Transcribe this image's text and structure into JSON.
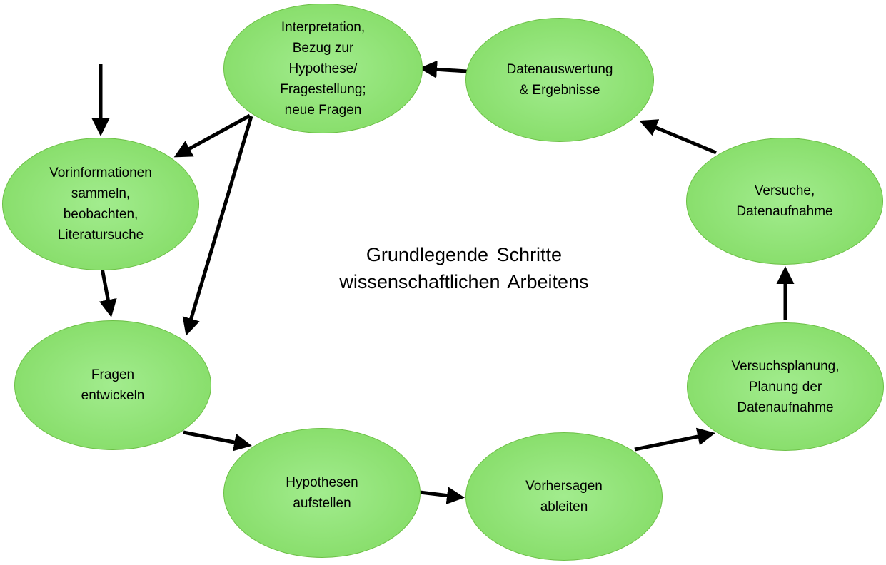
{
  "title": "Grundlegende  Schritte\nwissenschaftlichen  Arbeitens",
  "nodes": {
    "interpretation": "Interpretation,\nBezug zur\nHypothese/\nFragestellung;\nneue Fragen",
    "datenauswertung": "Datenauswertung\n& Ergebnisse",
    "vorinformationen": "Vorinformationen\nsammeln,\nbeobachten,\nLiteratursuche",
    "versuche": "Versuche,\nDatenaufnahme",
    "fragen": "Fragen\nentwickeln",
    "versuchsplanung": "Versuchsplanung,\nPlanung der\nDatenaufnahme",
    "hypothesen": "Hypothesen\naufstellen",
    "vorhersagen": "Vorhersagen\nableiten"
  },
  "colors": {
    "node_fill_center": "#a2ec8e",
    "node_fill_edge": "#7fd95f",
    "node_border": "#6cc046",
    "arrow": "#000000"
  }
}
